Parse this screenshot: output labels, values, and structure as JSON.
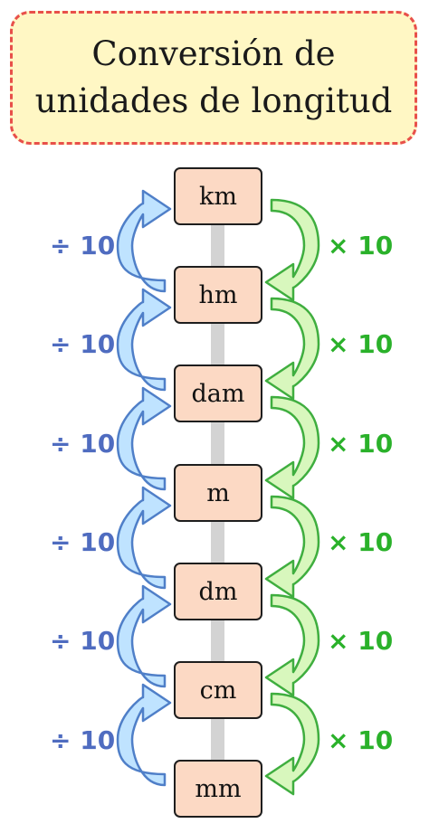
{
  "title": {
    "line1": "Conversión de",
    "line2": "unidades de longitud"
  },
  "units": [
    "km",
    "hm",
    "dam",
    "m",
    "dm",
    "cm",
    "mm"
  ],
  "operations": {
    "divide": [
      "÷ 10",
      "÷ 10",
      "÷ 10",
      "÷ 10",
      "÷ 10",
      "÷ 10"
    ],
    "multiply": [
      "× 10",
      "× 10",
      "× 10",
      "× 10",
      "× 10",
      "× 10"
    ]
  },
  "colors": {
    "title_background": "#fff7c4",
    "title_border": "#e8504a",
    "unit_box_fill": "#fcd9c4",
    "divide_arrow_fill": "#bfe3ff",
    "divide_arrow_stroke": "#4f7fc8",
    "divide_text": "#4f6cc0",
    "multiply_arrow_fill": "#d8f7bd",
    "multiply_arrow_stroke": "#3fae3f",
    "multiply_text": "#2ab12a",
    "rail": "#d3d3d3"
  }
}
